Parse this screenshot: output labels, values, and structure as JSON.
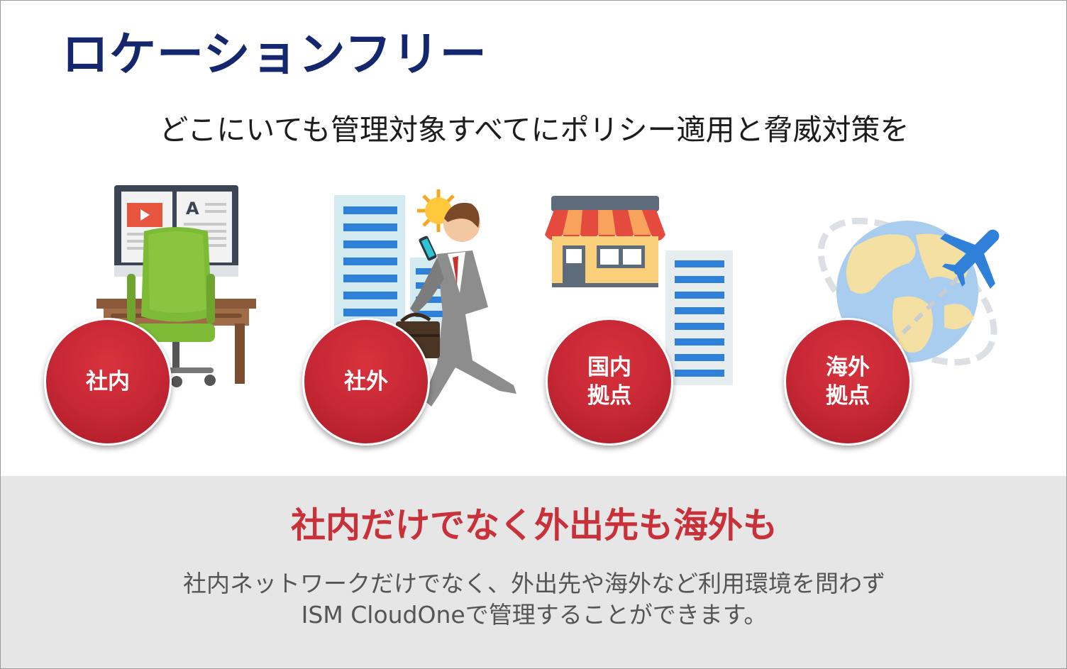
{
  "title": "ロケーションフリー",
  "subtitle": "どこにいても管理対象すべてにポリシー適用と脅威対策を",
  "badges": {
    "office": "社内",
    "outside": "社外",
    "domestic_line1": "国内",
    "domestic_line2": "拠点",
    "overseas_line1": "海外",
    "overseas_line2": "拠点"
  },
  "headline": "社内だけでなく外出先も海外も",
  "description": {
    "line1": "社内ネットワークだけでなく、外出先や海外など利用環境を問わず",
    "line2": "ISM CloudOneで管理することができます。"
  },
  "icons": {
    "office": "office-desk-icon",
    "outside": "businessman-walking-icon",
    "domestic": "store-building-icon",
    "overseas": "globe-airplane-icon"
  },
  "colors": {
    "title": "#14276e",
    "badge": "#c52734",
    "headline": "#c8313a",
    "description": "#555555",
    "footer_bg": "#e6e6e6"
  }
}
